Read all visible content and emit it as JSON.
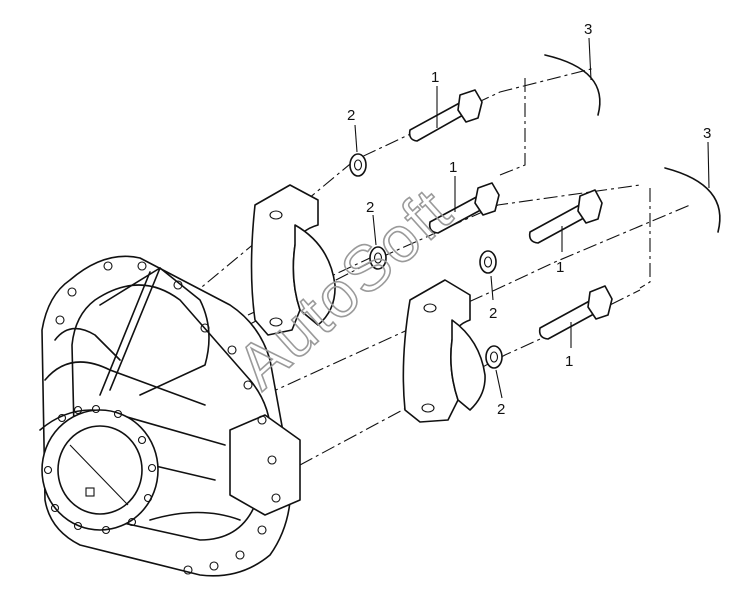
{
  "callouts": {
    "c1a": "1",
    "c1b": "1",
    "c1c": "1",
    "c1d": "1",
    "c2a": "2",
    "c2b": "2",
    "c2c": "2",
    "c2d": "2",
    "c3a": "3",
    "c3b": "3"
  },
  "watermark": "AutoSoft",
  "colors": {
    "line": "#111111",
    "watermark": "#9a9a9a",
    "background": "#ffffff"
  }
}
